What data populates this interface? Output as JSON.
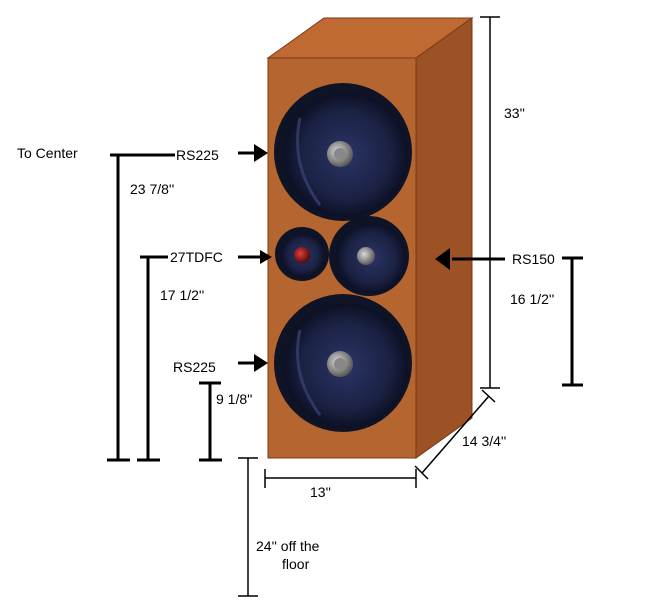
{
  "labels": {
    "to_center": "To  Center",
    "rs225_top": "RS225",
    "rs225_bottom": "RS225",
    "tdfc": "27TDFC",
    "rs150": "RS150",
    "dim_33": "33''",
    "dim_23_7_8": "23 7/8''",
    "dim_17_1_2": "17 1/2''",
    "dim_16_1_2": "16 1/2''",
    "dim_9_1_8": "9 1/8''",
    "dim_14_3_4": "14 3/4''",
    "dim_13": "13''",
    "floor_line1": "24'' off the",
    "floor_line2": "floor"
  },
  "colors": {
    "cabinet_front": "#b5652f",
    "cabinet_side": "#9c5224",
    "cabinet_top": "#c06a33",
    "driver_dark": "#141a30",
    "driver_mid": "#27305a",
    "tweeter_dome": "#8b1a1a"
  }
}
